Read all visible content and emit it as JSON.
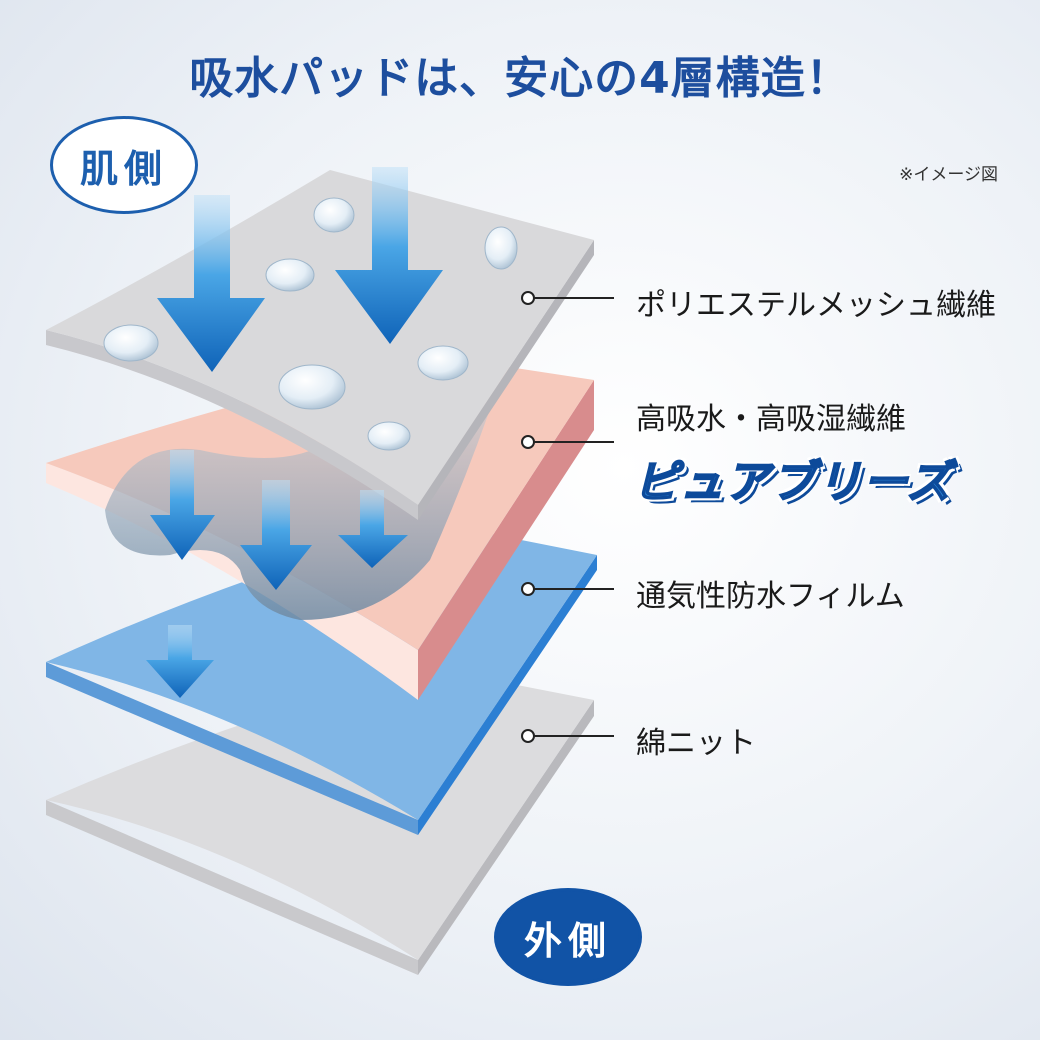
{
  "title": "吸水パッドは、安心の4層構造！",
  "note": "※イメージ図",
  "badges": {
    "skin_side": "肌側",
    "outer_side": "外側"
  },
  "layers": [
    {
      "label": "ポリエステルメッシュ繊維"
    },
    {
      "label": "高吸水・高吸湿繊維",
      "brand": "ピュアブリーズ"
    },
    {
      "label": "通気性防水フィルム"
    },
    {
      "label": "綿ニット"
    }
  ],
  "colors": {
    "title": "#1d4e9e",
    "mesh_layer": "#d9d9db",
    "absorbent_layer": "#f6c9bc",
    "film_layer": "#7fb5e6",
    "knit_layer": "#dcdcde",
    "arrow": "#1a78cc",
    "badge": "#1153a6"
  }
}
